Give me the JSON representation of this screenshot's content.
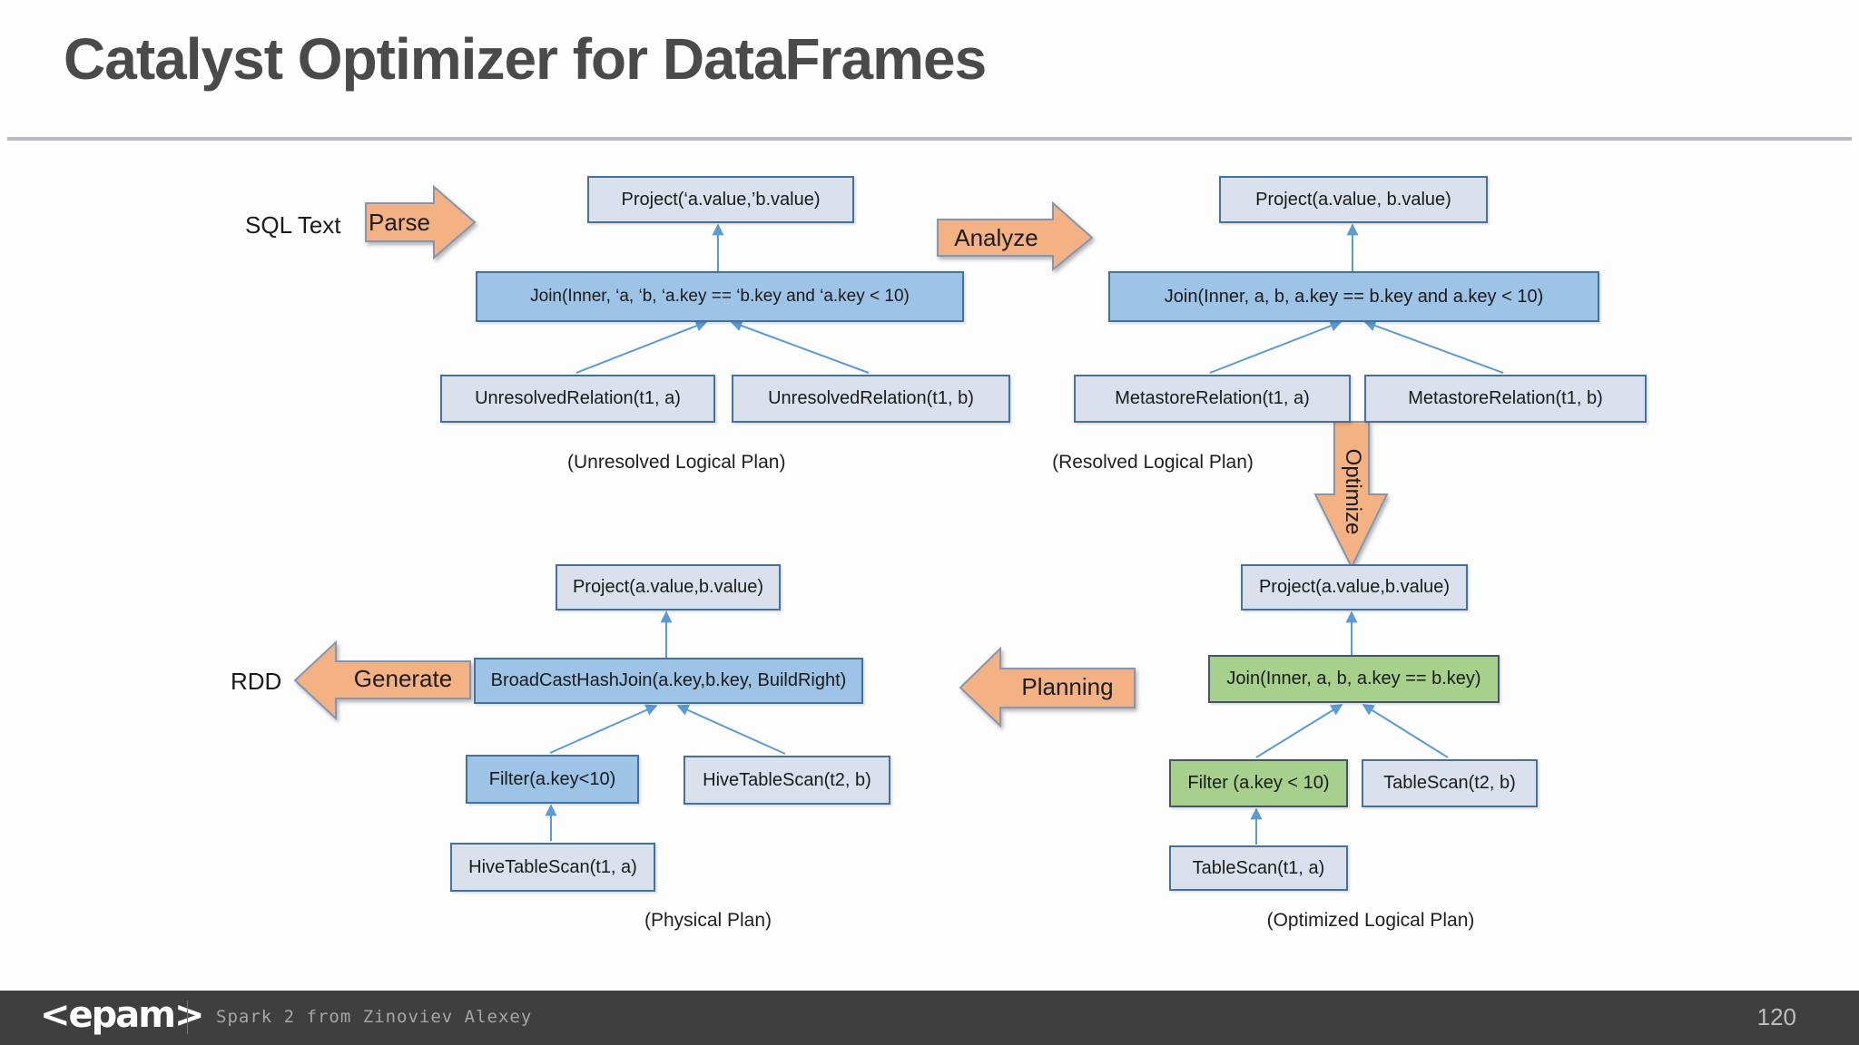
{
  "slide": {
    "title": "Catalyst Optimizer for DataFrames",
    "page_number": "120"
  },
  "footer": {
    "brand": "<epam>",
    "caption": "Spark 2 from Zinoviev Alexey"
  },
  "labels": {
    "sql_text": "SQL Text",
    "rdd": "RDD"
  },
  "arrows": {
    "parse": "Parse",
    "analyze": "Analyze",
    "optimize": "Optimize",
    "planning": "Planning",
    "generate": "Generate"
  },
  "trees": {
    "unresolved": {
      "project": "Project(‘a.value,’b.value)",
      "join": "Join(Inner, ‘a, ‘b, ‘a.key == ‘b.key and ‘a.key < 10)",
      "left_leaf": "UnresolvedRelation(t1, a)",
      "right_leaf": "UnresolvedRelation(t1, b)",
      "caption": "(Unresolved Logical Plan)"
    },
    "resolved": {
      "project": "Project(a.value, b.value)",
      "join": "Join(Inner, a, b, a.key == b.key and a.key < 10)",
      "left_leaf": "MetastoreRelation(t1, a)",
      "right_leaf": "MetastoreRelation(t1, b)",
      "caption": "(Resolved Logical Plan)"
    },
    "optimized": {
      "project": "Project(a.value,b.value)",
      "join": "Join(Inner, a, b, a.key == b.key)",
      "filter": "Filter (a.key < 10)",
      "right_leaf": "TableScan(t2, b)",
      "bottom_leaf": "TableScan(t1, a)",
      "caption": "(Optimized Logical Plan)"
    },
    "physical": {
      "project": "Project(a.value,b.value)",
      "join": "BroadCastHashJoin(a.key,b.key, BuildRight)",
      "filter": "Filter(a.key<10)",
      "right_leaf": "HiveTableScan(t2, b)",
      "bottom_leaf": "HiveTableScan(t1, a)",
      "caption": "(Physical Plan)"
    }
  },
  "colors": {
    "light_box_fill": "#dae1ec",
    "blue_box_fill": "#9dc3e6",
    "green_box_fill": "#a8d08d",
    "box_border": "#41719c",
    "green_box_border": "#44546a",
    "orange_arrow_fill": "#f4b183",
    "orange_arrow_border": "#8496b0",
    "connector": "#5b9bd5",
    "footer_bg": "#3f3f3f",
    "title_color": "#4a4a4a"
  }
}
